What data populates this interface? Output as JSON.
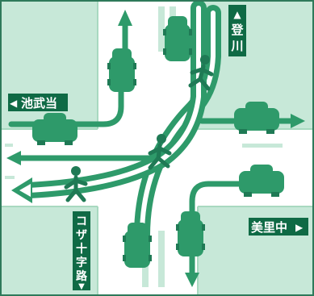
{
  "colors": {
    "background": "#c7e8d8",
    "road": "#ffffff",
    "accent": "#2e9a6a",
    "accent_dark": "#1f7a55",
    "sign_bg": "#0f6a45",
    "sign_text": "#ffffff",
    "border": "#2e7a5a"
  },
  "signs": {
    "north": {
      "label": "登川",
      "arrow": "▲"
    },
    "west": {
      "label": "池武当",
      "arrow": "◀"
    },
    "east": {
      "label": "美里中",
      "arrow": "▶"
    },
    "south": {
      "label": "コザ十字路",
      "arrow": "▼"
    }
  },
  "icons": [
    "car-icon",
    "pedestrian-icon",
    "arrow-icon",
    "crosswalk-icon"
  ]
}
